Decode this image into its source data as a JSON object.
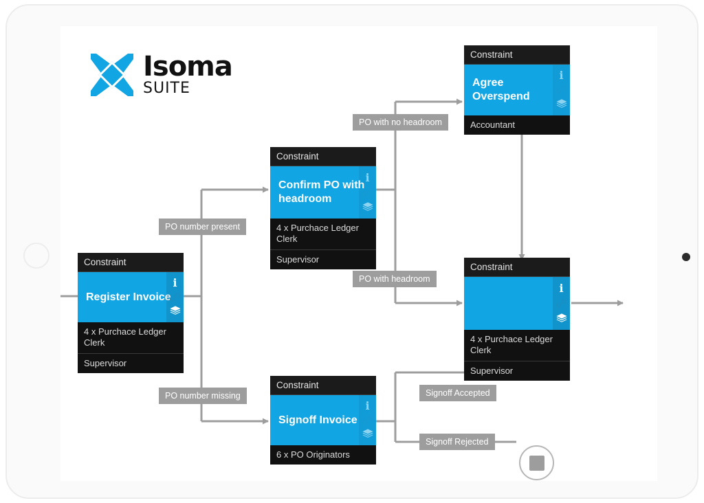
{
  "app": {
    "brand_name": "Isoma",
    "brand_sub": "SUITE",
    "accent_color": "#12a5e3",
    "node_dark_color": "#111111",
    "label_color": "#9d9d9d",
    "connector_color": "#9d9d9d"
  },
  "device": {
    "home_button": "home-button",
    "camera": "front-camera"
  },
  "diagram": {
    "type": "process-flow",
    "nodes": [
      {
        "id": "register-invoice",
        "header": "Constraint",
        "title": "Register Invoice",
        "roles": [
          "4 x Purchace Ledger Clerk",
          "Supervisor"
        ],
        "icons": [
          "info-icon",
          "link-icon",
          "layers-icon"
        ],
        "icons_dim": false
      },
      {
        "id": "confirm-po-with-headroom",
        "header": "Constraint",
        "title": "Confirm PO with headroom",
        "roles": [
          "4 x Purchace Ledger Clerk",
          "Supervisor"
        ],
        "icons": [
          "info-icon",
          "link-icon",
          "layers-icon"
        ],
        "icons_dim": true
      },
      {
        "id": "agree-overspend",
        "header": "Constraint",
        "title": "Agree Overspend",
        "roles": [
          "Accountant"
        ],
        "icons": [
          "info-icon",
          "link-icon",
          "layers-icon"
        ],
        "icons_dim": true
      },
      {
        "id": "unnamed-task",
        "header": "Constraint",
        "title": "",
        "roles": [
          "4 x Purchace Ledger Clerk",
          "Supervisor"
        ],
        "icons": [
          "info-icon",
          "link-icon",
          "layers-icon"
        ],
        "icons_dim": false
      },
      {
        "id": "signoff-invoice",
        "header": "Constraint",
        "title": "Signoff Invoice",
        "roles": [
          "6 x PO Originators"
        ],
        "icons": [
          "info-icon",
          "link-icon",
          "layers-icon"
        ],
        "icons_dim": true
      }
    ],
    "edge_labels": [
      {
        "id": "po-number-present",
        "text": "PO number present"
      },
      {
        "id": "po-with-no-headroom",
        "text": "PO with no headroom"
      },
      {
        "id": "po-with-headroom",
        "text": "PO with headroom"
      },
      {
        "id": "po-number-missing",
        "text": "PO number missing"
      },
      {
        "id": "signoff-accepted",
        "text": "Signoff Accepted"
      },
      {
        "id": "signoff-rejected",
        "text": "Signoff Rejected"
      }
    ],
    "end_node": {
      "id": "end-stop",
      "shape": "circle-with-square"
    }
  }
}
